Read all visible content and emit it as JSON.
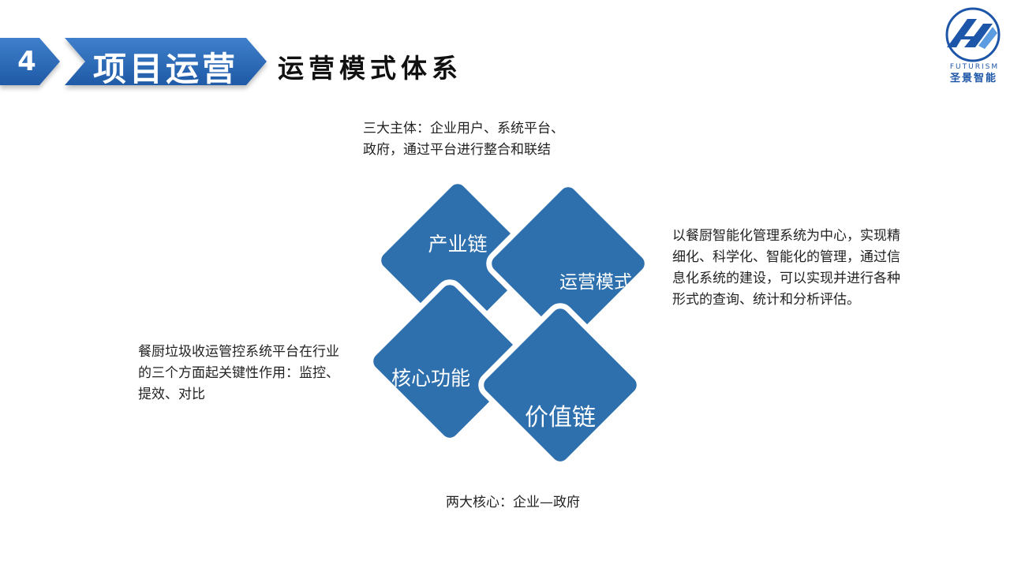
{
  "header": {
    "section_number": "4",
    "section_title": "项目运营",
    "subtitle": "运营模式体系"
  },
  "logo": {
    "name_en": "FUTURISM",
    "name_cn": "圣景智能"
  },
  "diagram": {
    "diamonds": [
      {
        "label": "产业链"
      },
      {
        "label": "运营模式"
      },
      {
        "label": "核心功能"
      },
      {
        "label": "价值链"
      }
    ],
    "color": "#2e6fad"
  },
  "notes": {
    "top": "三大主体：企业用户、系统平台、政府，通过平台进行整合和联结",
    "right": "以餐厨智能化管理系统为中心，实现精细化、科学化、智能化的管理，通过信息化系统的建设，可以实现并进行各种形式的查询、统计和分析评估。",
    "left": "餐厨垃圾收运管控系统平台在行业的三个方面起关键性作用：监控、提效、对比",
    "bottom": "两大核心：企业—政府"
  }
}
